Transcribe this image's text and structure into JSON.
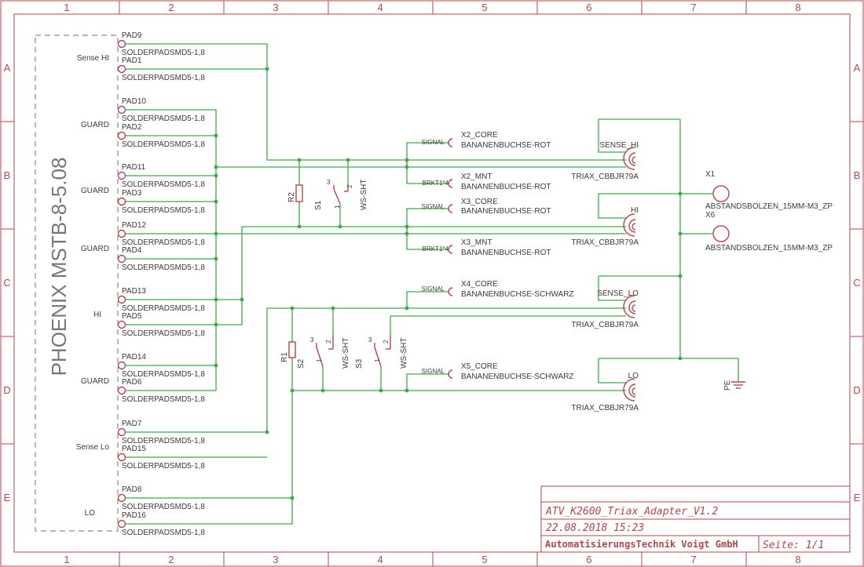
{
  "frame": {
    "columns": [
      "1",
      "2",
      "3",
      "4",
      "5",
      "6",
      "7",
      "8"
    ],
    "rows": [
      "A",
      "B",
      "C",
      "D",
      "E"
    ]
  },
  "connector": {
    "name": "PHOENIX MSTB-8-5.08",
    "pin_labels": [
      "Sense HI",
      "GUARD",
      "GUARD",
      "GUARD",
      "HI",
      "GUARD",
      "Sense Lo",
      "LO"
    ]
  },
  "pads": [
    {
      "name": "PAD9",
      "package": "SOLDERPADSMD5-1,8"
    },
    {
      "name": "PAD1",
      "package": "SOLDERPADSMD5-1,8"
    },
    {
      "name": "PAD10",
      "package": "SOLDERPADSMD5-1,8"
    },
    {
      "name": "PAD2",
      "package": "SOLDERPADSMD5-1,8"
    },
    {
      "name": "PAD11",
      "package": "SOLDERPADSMD5-1,8"
    },
    {
      "name": "PAD3",
      "package": "SOLDERPADSMD5-1,8"
    },
    {
      "name": "PAD12",
      "package": "SOLDERPADSMD5-1,8"
    },
    {
      "name": "PAD4",
      "package": "SOLDERPADSMD5-1,8"
    },
    {
      "name": "PAD13",
      "package": "SOLDERPADSMD5-1,8"
    },
    {
      "name": "PAD5",
      "package": "SOLDERPADSMD5-1,8"
    },
    {
      "name": "PAD14",
      "package": "SOLDERPADSMD5-1,8"
    },
    {
      "name": "PAD6",
      "package": "SOLDERPADSMD5-1,8"
    },
    {
      "name": "PAD7",
      "package": "SOLDERPADSMD5-1,8"
    },
    {
      "name": "PAD15",
      "package": "SOLDERPADSMD5-1,8"
    },
    {
      "name": "PAD8",
      "package": "SOLDERPADSMD5-1,8"
    },
    {
      "name": "PAD16",
      "package": "SOLDERPADSMD5-1,8"
    }
  ],
  "resistors": [
    {
      "name": "R2"
    },
    {
      "name": "R1"
    }
  ],
  "switches": [
    {
      "name": "S1",
      "value": "WS-SHT",
      "pin_top": "3",
      "pin_mid": "2",
      "pin_bot": "1"
    },
    {
      "name": "S2",
      "value": "WS-SHT",
      "pin_top": "3",
      "pin_mid": "2",
      "pin_bot": "1"
    },
    {
      "name": "S3",
      "value": "WS-SHT",
      "pin_top": "3",
      "pin_mid": "2",
      "pin_bot": "1"
    }
  ],
  "banana": [
    {
      "pin": "SIGNAL",
      "name": "X2_CORE",
      "value": "BANANENBUCHSE-ROT"
    },
    {
      "pin": "BRKT1*4",
      "name": "X2_MNT",
      "value": "BANANENBUCHSE-ROT"
    },
    {
      "pin": "SIGNAL",
      "name": "X3_CORE",
      "value": "BANANENBUCHSE-ROT"
    },
    {
      "pin": "BRKT1*4",
      "name": "X3_MNT",
      "value": "BANANENBUCHSE-ROT"
    },
    {
      "pin": "SIGNAL",
      "name": "X4_CORE",
      "value": "BANANENBUCHSE-SCHWARZ"
    },
    {
      "pin": "SIGNAL",
      "name": "X5_CORE",
      "value": "BANANENBUCHSE-SCHWARZ"
    }
  ],
  "triax": [
    {
      "name": "SENSE_HI",
      "value": "TRIAX_CBBJR79A"
    },
    {
      "name": "HI",
      "value": "TRIAX_CBBJR79A"
    },
    {
      "name": "SENSE_LO",
      "value": "TRIAX_CBBJR79A"
    },
    {
      "name": "LO",
      "value": "TRIAX_CBBJR79A"
    }
  ],
  "standoffs": [
    {
      "name": "X1",
      "value": "ABSTANDSBOLZEN_15MM-M3_ZP"
    },
    {
      "name": "X6",
      "value": "ABSTANDSBOLZEN_15MM-M3_ZP"
    }
  ],
  "ground": {
    "label": "PE"
  },
  "title_block": {
    "title": "ATV_K2600_Triax_Adapter_V1.2",
    "date": "22.08.2018 15:23",
    "company": "AutomatisierungsTechnik Voigt GmbH",
    "sheet": "Seite: 1/1"
  }
}
